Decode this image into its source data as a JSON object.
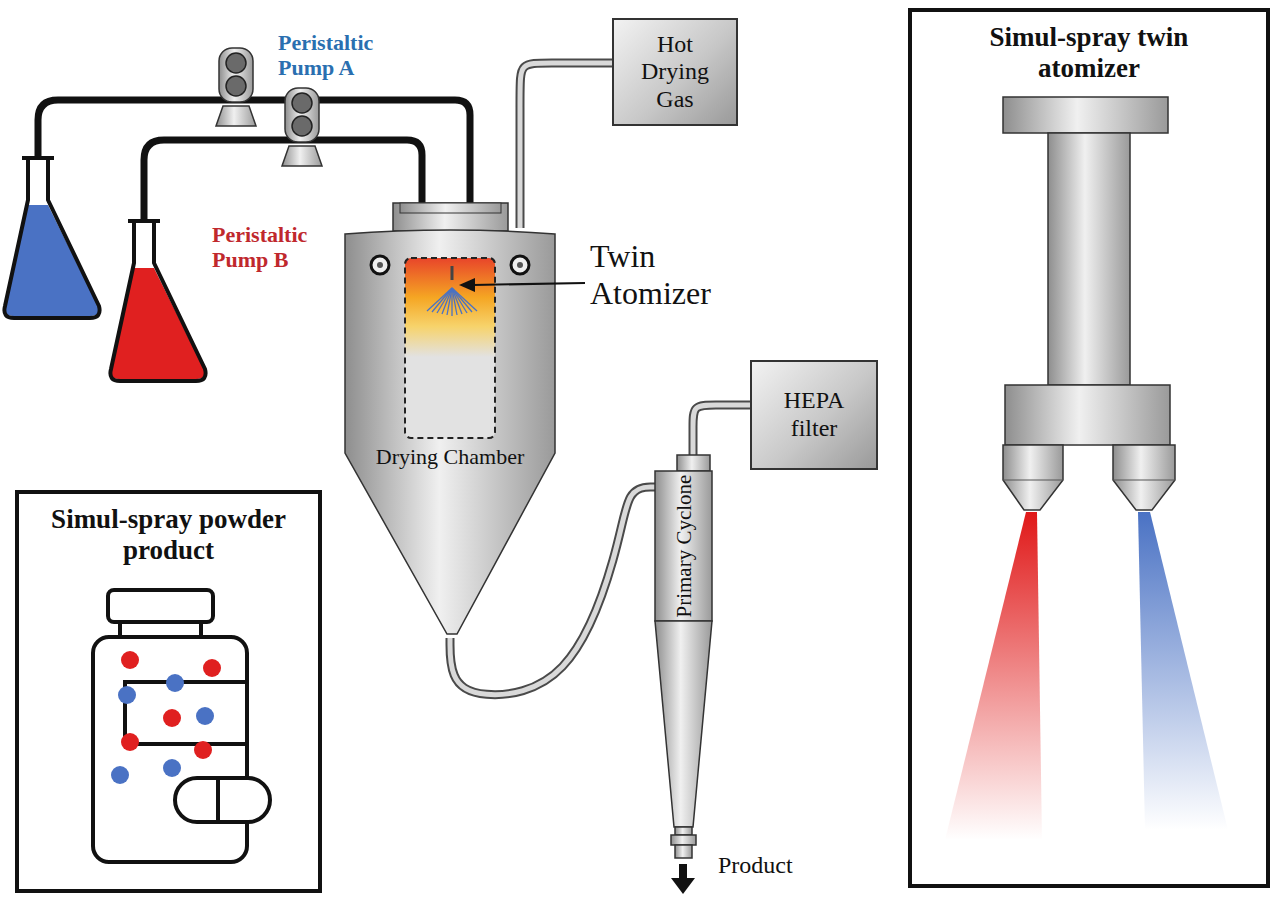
{
  "diagram": {
    "nodes": [
      {
        "text": [
          "Hot Drying Gas"
        ]
      },
      {
        "text": [
          "Drying Chamber"
        ]
      },
      {
        "text": [
          "HEPA filter"
        ]
      },
      {
        "text": [
          "Primary Cyclone"
        ]
      },
      {
        "text": [
          "Simul-spray powder product"
        ]
      },
      {
        "text": [
          "Simul-spray twin atomizer"
        ]
      }
    ],
    "edges": [
      {
        "from": 0,
        "to": 1,
        "arrow": "none"
      },
      {
        "from": 1,
        "to": 3,
        "arrow": "none"
      },
      {
        "from": 3,
        "to": 2,
        "arrow": "none"
      }
    ],
    "labels": [
      "Peristaltic Pump A",
      "Peristaltic Pump B",
      "Twin Atomizer",
      "Product"
    ]
  }
}
